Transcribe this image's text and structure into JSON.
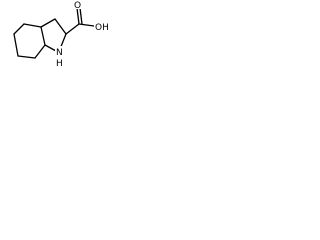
{
  "molecule": {
    "atom_labels": {
      "oxygen_single": "OH",
      "oxygen_double": "O",
      "nitrogen": "N",
      "nh_hydrogen": "H"
    },
    "colors": {
      "bond": "#000000",
      "text": "#000000",
      "background": "#ffffff"
    }
  }
}
